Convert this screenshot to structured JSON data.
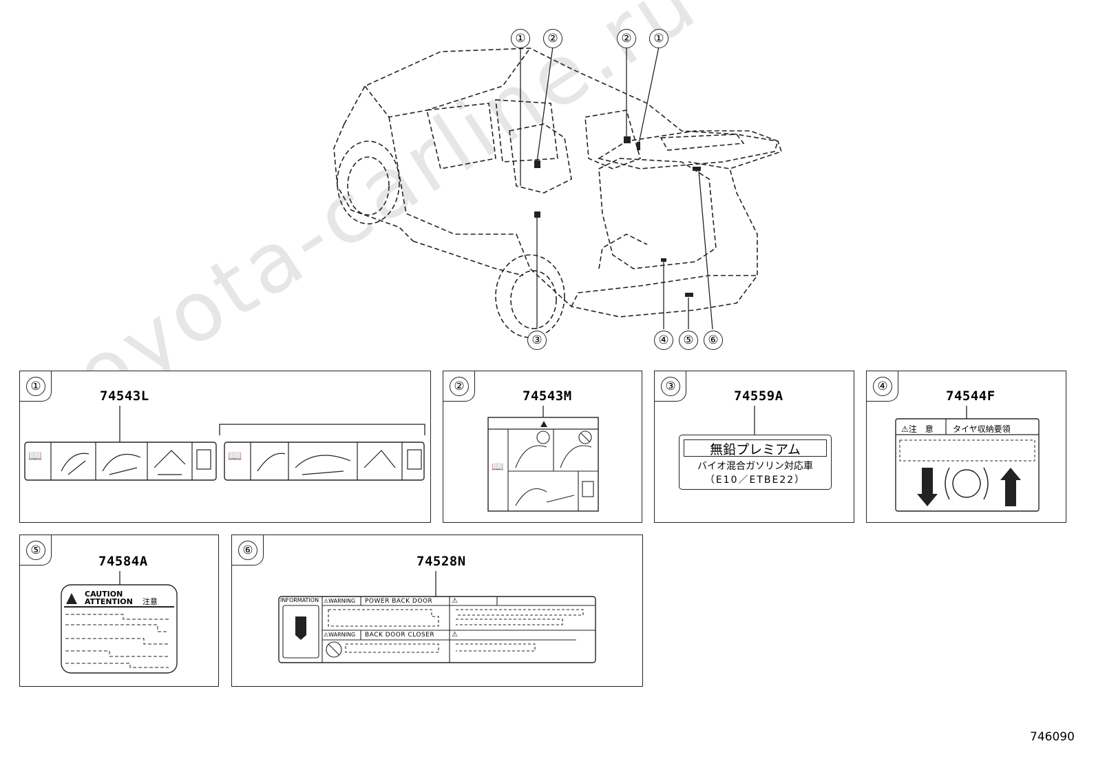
{
  "watermark": "toyota-carline.ru",
  "diagram_id": "746090",
  "callouts_top": [
    "①",
    "②",
    "②",
    "①"
  ],
  "callouts_bottom": [
    "③",
    "④",
    "⑤",
    "⑥"
  ],
  "panels": [
    {
      "num": "①",
      "part": "74543L"
    },
    {
      "num": "②",
      "part": "74543M"
    },
    {
      "num": "③",
      "part": "74559A"
    },
    {
      "num": "④",
      "part": "74544F"
    },
    {
      "num": "⑤",
      "part": "74584A"
    },
    {
      "num": "⑥",
      "part": "74528N"
    }
  ],
  "label3": {
    "line1": "無鉛プレミアム",
    "line2": "バイオ混合ガソリン対応車",
    "line3": "（E10／ETBE22）"
  },
  "label4": {
    "header_left": "⚠注　意",
    "header_right": "タイヤ収納要領"
  },
  "label5": {
    "caution": "CAUTION",
    "attention": "ATTENTION",
    "jp": "注意"
  },
  "label6": {
    "information": "INFORMATION",
    "warning1": "⚠WARNING",
    "title1": "POWER BACK DOOR",
    "warning2": "⚠WARNING",
    "title2": "BACK DOOR CLOSER",
    "tri": "⚠"
  },
  "icons": [
    "book-info-icon",
    "warning-triangle-icon",
    "no-entry-icon",
    "arrow-up-icon",
    "arrow-down-icon"
  ]
}
